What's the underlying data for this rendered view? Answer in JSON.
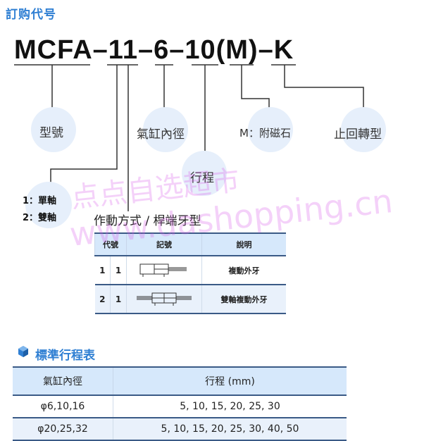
{
  "heading": "訂购代号",
  "model_code": "MCFA–11–6–10(M)–K",
  "bubbles": {
    "type": "型號",
    "bore": "氣缸內徑",
    "stroke": "行程",
    "magnet": "M：附磁石",
    "anti_rotation": "止回轉型"
  },
  "rod_options": [
    "1：單軸",
    "2：雙軸"
  ],
  "action_title": "作動方式 / 桿端牙型",
  "action_table": {
    "headers": [
      "代號",
      "",
      "記號",
      "說明"
    ],
    "rows": [
      {
        "code1": "1",
        "code2": "1",
        "symbol": "single-rod-cylinder-symbol",
        "desc": "複動外牙"
      },
      {
        "code1": "2",
        "code2": "1",
        "symbol": "double-rod-cylinder-symbol",
        "desc": "雙軸複動外牙"
      }
    ]
  },
  "stroke_section": {
    "title": "標準行程表",
    "headers": [
      "氣缸內徑",
      "行程 (mm)"
    ],
    "rows": [
      {
        "bore": "φ6,10,16",
        "strokes": "5, 10, 15, 20, 25, 30"
      },
      {
        "bore": "φ20,25,32",
        "strokes": "5, 10, 15, 20, 25, 30, 40, 50"
      }
    ]
  },
  "watermark": {
    "line1": "点点自选超市",
    "line2": "www.dashopping.cn"
  },
  "colors": {
    "accent": "#2f7fd3",
    "bubble": "#e6effb",
    "table_header": "#d6e8fb",
    "rule": "#3a5a86"
  }
}
